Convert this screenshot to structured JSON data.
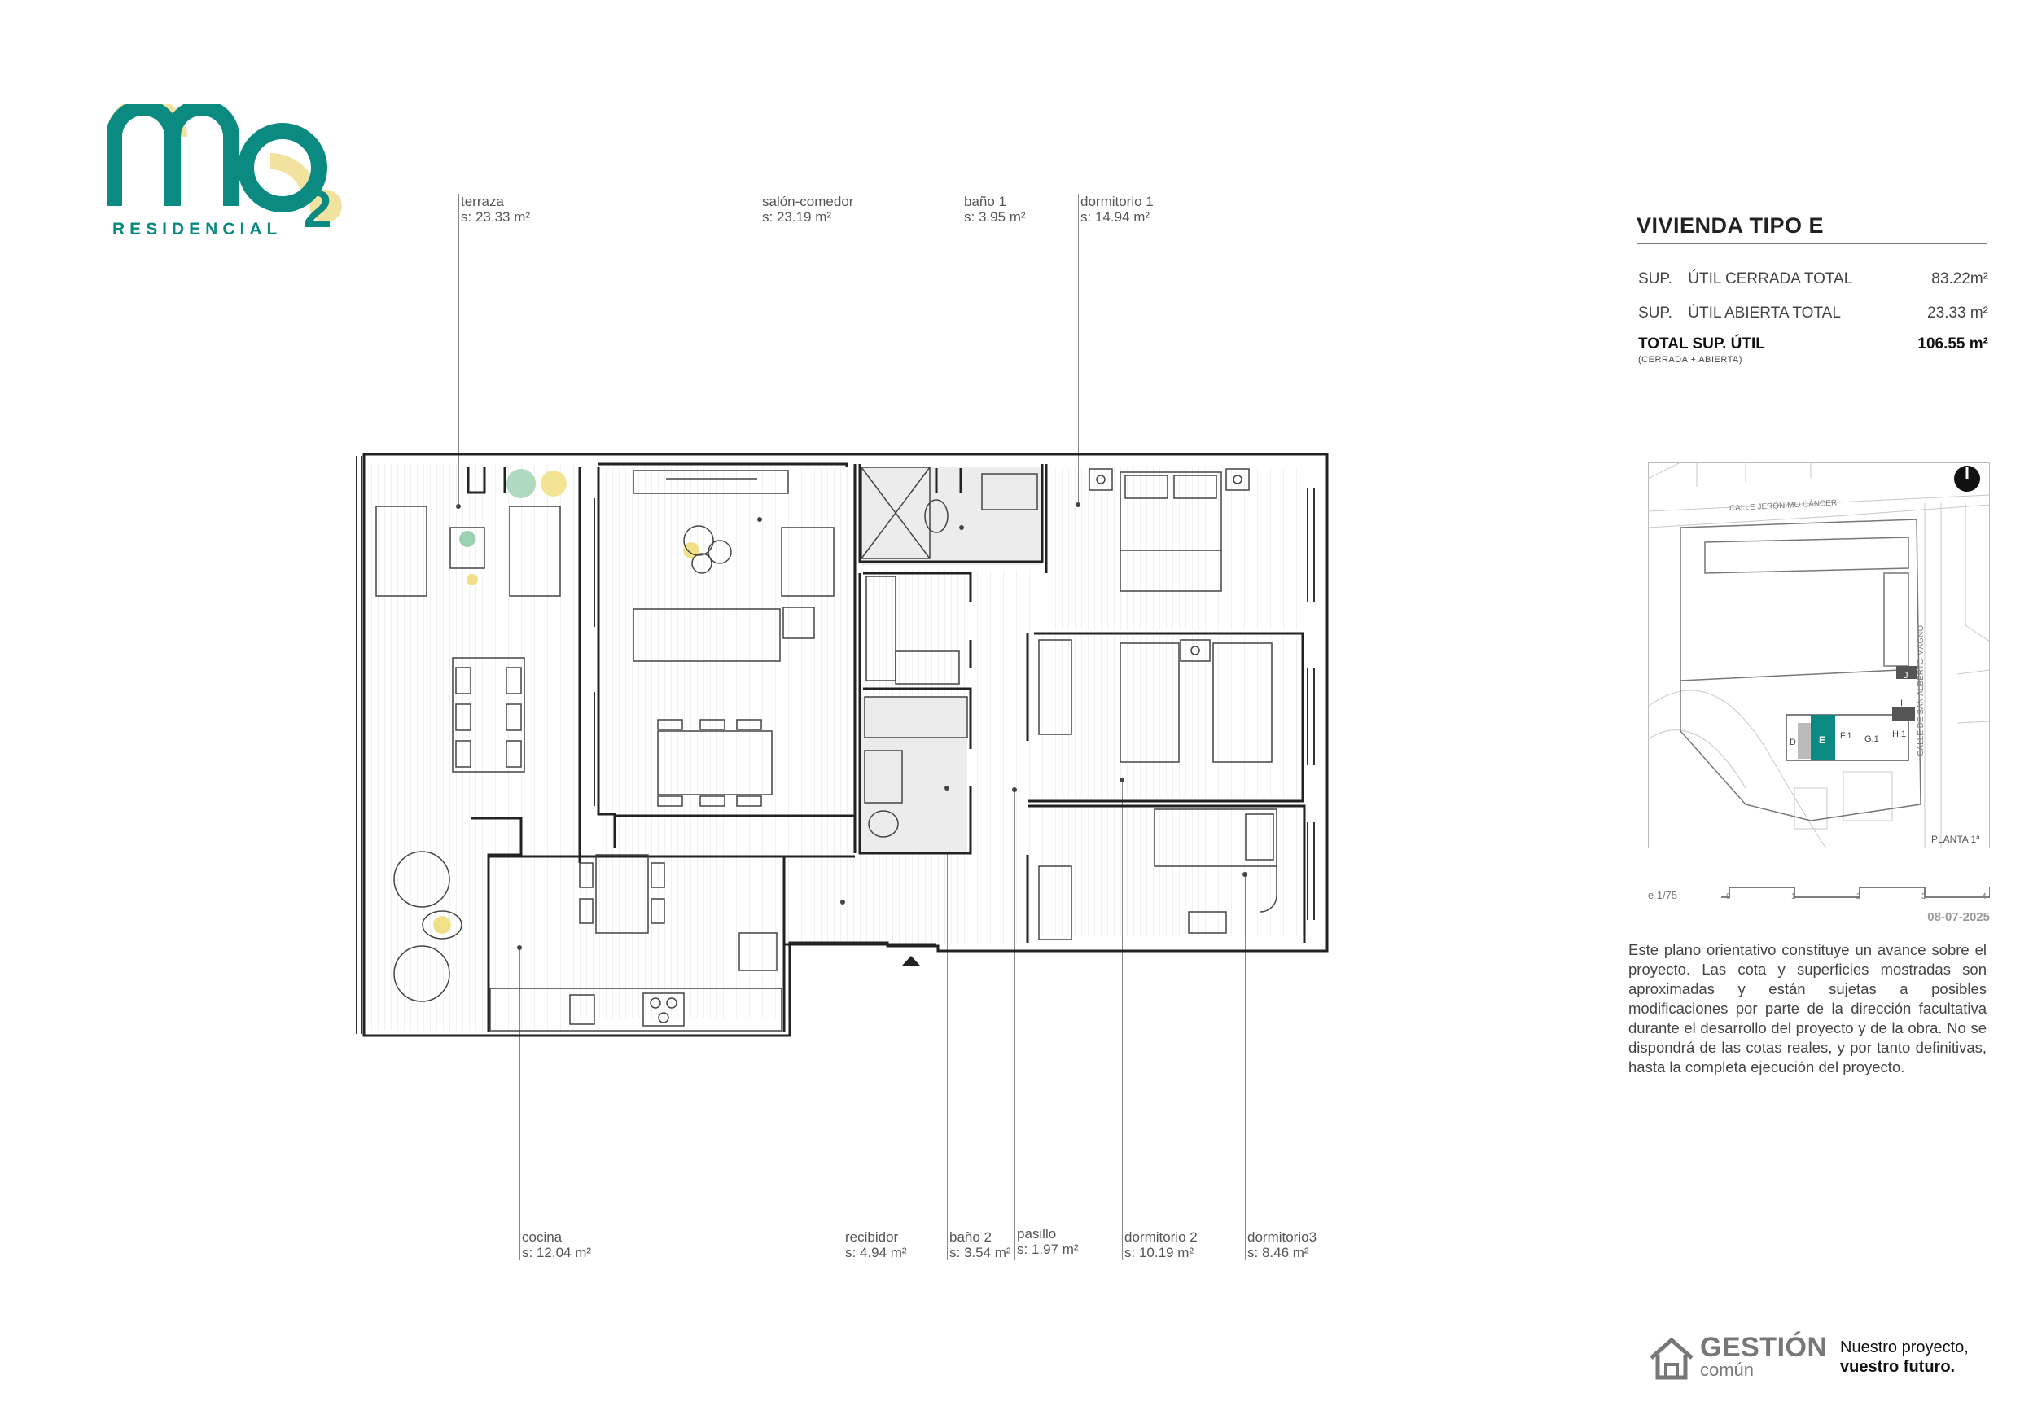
{
  "logo": {
    "letters": "MO",
    "subscript": "2",
    "word": "RESIDENCIAL",
    "colors": {
      "teal": "#0a8a80",
      "yellow": "#f2e2a0"
    }
  },
  "rooms_top": [
    {
      "name": "terraza",
      "area": "s: 23.33 m²"
    },
    {
      "name": "salón-comedor",
      "area": "s: 23.19 m²"
    },
    {
      "name": "baño 1",
      "area": "s: 3.95 m²"
    },
    {
      "name": "dormitorio 1",
      "area": "s: 14.94 m²"
    }
  ],
  "rooms_bottom": [
    {
      "name": "cocina",
      "area": "s: 12.04 m²"
    },
    {
      "name": "recibidor",
      "area": "s: 4.94 m²"
    },
    {
      "name": "baño 2",
      "area": "s: 3.54 m²"
    },
    {
      "name": "pasillo",
      "area": "s: 1.97 m²"
    },
    {
      "name": "dormitorio 2",
      "area": "s: 10.19 m²"
    },
    {
      "name": "dormitorio3",
      "area": "s: 8.46 m²"
    }
  ],
  "panel": {
    "title": "VIVIENDA TIPO E",
    "rows": [
      {
        "prefix": "SUP.",
        "label": "ÚTIL CERRADA TOTAL",
        "value": "83.22m²"
      },
      {
        "prefix": "SUP.",
        "label": "ÚTIL ABIERTA TOTAL",
        "value": "23.33 m²"
      }
    ],
    "total_label": "TOTAL SUP. ÚTIL",
    "total_value": "106.55 m²",
    "total_sub": "(CERRADA + ABIERTA)"
  },
  "sitemap": {
    "street_top": "CALLE JERÓNIMO CÁNCER",
    "street_right": "CALLE DE SAN ALBERTO MAGNO",
    "units": [
      "J",
      "I",
      "D",
      "E",
      "F.1",
      "G.1",
      "H.1"
    ],
    "highlight_unit": "E",
    "highlight_color": "#0a8a80",
    "floor": "PLANTA 1ª"
  },
  "scale": {
    "label": "e 1/75",
    "ticks": [
      "0",
      "1",
      "2",
      "3",
      "4"
    ]
  },
  "date": "08-07-2025",
  "disclaimer": "Este plano orientativo constituye un avance sobre el proyecto. Las cota y superficies mostradas son aproximadas y están sujetas a posibles modificaciones por parte de la dirección facultativa durante el desarrollo del proyecto y de la obra. No se dispondrá de las cotas reales, y por tanto definitivas, hasta la completa ejecución del proyecto.",
  "brand": {
    "name": "GESTIÓN",
    "sub": "común",
    "tag1": "Nuestro proyecto,",
    "tag2": "vuestro futuro."
  }
}
